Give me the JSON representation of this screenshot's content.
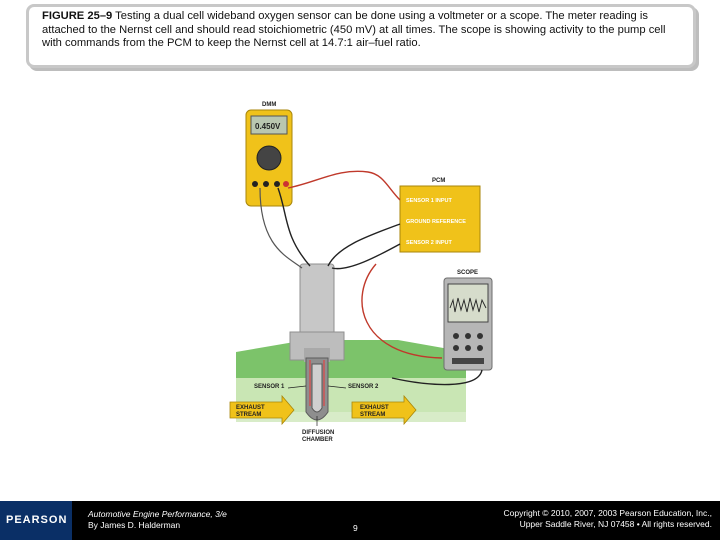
{
  "caption": {
    "figure_label": "FIGURE 25–9",
    "text": " Testing a dual cell wideband oxygen sensor can be done using a voltmeter or a scope. The meter reading is attached to the Nernst cell and should read stoichiometric (450 mV) at all times. The scope is showing activity to the pump cell with commands from the PCM to keep the Nernst cell at 14.7:1 air–fuel ratio."
  },
  "diagram": {
    "dmm_label": "DMM",
    "dmm_reading": "0.450V",
    "pcm_label": "PCM",
    "pcm_sensor1": "SENSOR 1 INPUT",
    "pcm_ground": "GROUND REFERENCE",
    "pcm_sensor2": "SENSOR 2 INPUT",
    "scope_label": "SCOPE",
    "sensor1_label": "SENSOR 1",
    "sensor2_label": "SENSOR 2",
    "exhaust_left": [
      "EXHAUST",
      "STREAM"
    ],
    "exhaust_right": [
      "EXHAUST",
      "STREAM"
    ],
    "diffusion": [
      "DIFFUSION",
      "CHAMBER"
    ]
  },
  "footer": {
    "logo": "PEARSON",
    "book_title": "Automotive Engine Performance, 3/e",
    "book_author": "By James D. Halderman",
    "page_number": "9",
    "copyright_line1": "Copyright © 2010, 2007, 2003 Pearson Education, Inc.,",
    "copyright_line2": "Upper Saddle River, NJ 07458 • All rights reserved."
  }
}
